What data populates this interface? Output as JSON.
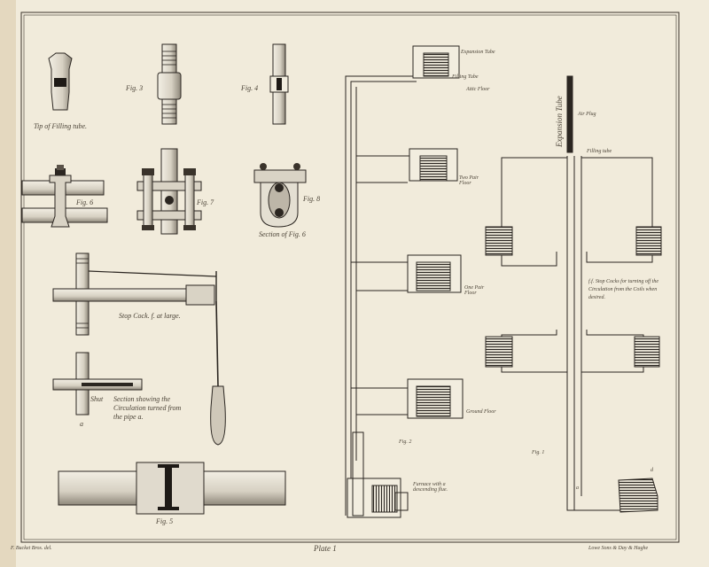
{
  "plate": {
    "title": "Plate 1",
    "artist": "F. Bucket Bros. del.",
    "engraver": "Lowe Sons & Day & Haghe"
  },
  "left_figures": {
    "tip_of_filling_tube": "Tip of Filling tube.",
    "fig3": "Fig. 3",
    "fig4": "Fig. 4",
    "fig6": "Fig. 6",
    "fig7": "Fig. 7",
    "fig8": "Fig. 8",
    "section_fig6": "Section of Fig. 6",
    "stop_cock": "Stop Cock. f. at large.",
    "shut": "Shut",
    "section_note": "Section showing the Circulation turned from the pipe a.",
    "a_mark": "a",
    "fig5": "Fig. 5"
  },
  "right_figures": {
    "expansion_tube": "Expansion Tube",
    "filling_tube": "Filling Tube",
    "attic_floor": "Attic Floor",
    "two_pair_floor": "Two Pair Floor",
    "one_pair_floor": "One Pair Floor",
    "ground_floor": "Ground Floor",
    "fig2": "Fig. 2",
    "furnace": "Furnace with a descending flue.",
    "expansion_tube_vertical": "Expansion Tube",
    "air_plug": "Air Plug",
    "filling_tube_small": "Filling tube",
    "stop_cocks_note": "f.f. Stop Cocks for turning off the Circulation from the Coils when desired.",
    "fig1": "Fig. 1",
    "d_mark": "d",
    "a_mark": "a"
  }
}
